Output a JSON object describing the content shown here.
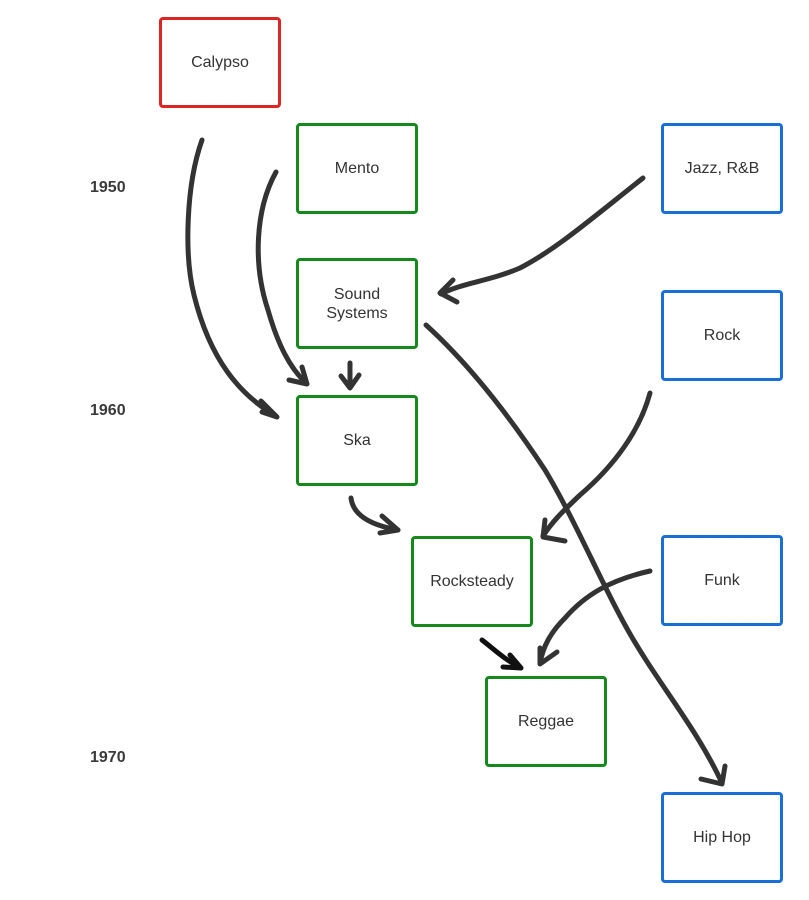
{
  "colors": {
    "origin": "#dc2626",
    "jamaican": "#15891c",
    "foreign": "#1a6fd6",
    "arrow": "#333333",
    "arrow_dark": "#111111",
    "text": "#333333",
    "year_text": "#3a3a3a"
  },
  "nodes": [
    {
      "id": "calypso",
      "label": "Calypso",
      "group": "origin"
    },
    {
      "id": "mento",
      "label": "Mento",
      "group": "jamaican"
    },
    {
      "id": "sound_systems",
      "label": "Sound Systems",
      "group": "jamaican"
    },
    {
      "id": "ska",
      "label": "Ska",
      "group": "jamaican"
    },
    {
      "id": "rocksteady",
      "label": "Rocksteady",
      "group": "jamaican"
    },
    {
      "id": "reggae",
      "label": "Reggae",
      "group": "jamaican"
    },
    {
      "id": "jazz_rb",
      "label": "Jazz, R&B",
      "group": "foreign"
    },
    {
      "id": "rock",
      "label": "Rock",
      "group": "foreign"
    },
    {
      "id": "funk",
      "label": "Funk",
      "group": "foreign"
    },
    {
      "id": "hip_hop",
      "label": "Hip Hop",
      "group": "foreign"
    }
  ],
  "timeline": [
    {
      "id": "y1950",
      "label": "1950"
    },
    {
      "id": "y1960",
      "label": "1960"
    },
    {
      "id": "y1970",
      "label": "1970"
    }
  ],
  "edges": [
    {
      "from": "calypso",
      "to": "ska"
    },
    {
      "from": "mento",
      "to": "ska"
    },
    {
      "from": "jazz_rb",
      "to": "sound_systems"
    },
    {
      "from": "sound_systems",
      "to": "ska"
    },
    {
      "from": "sound_systems",
      "to": "hip_hop"
    },
    {
      "from": "rock",
      "to": "rocksteady"
    },
    {
      "from": "ska",
      "to": "rocksteady"
    },
    {
      "from": "funk",
      "to": "reggae"
    },
    {
      "from": "rocksteady",
      "to": "reggae"
    }
  ]
}
